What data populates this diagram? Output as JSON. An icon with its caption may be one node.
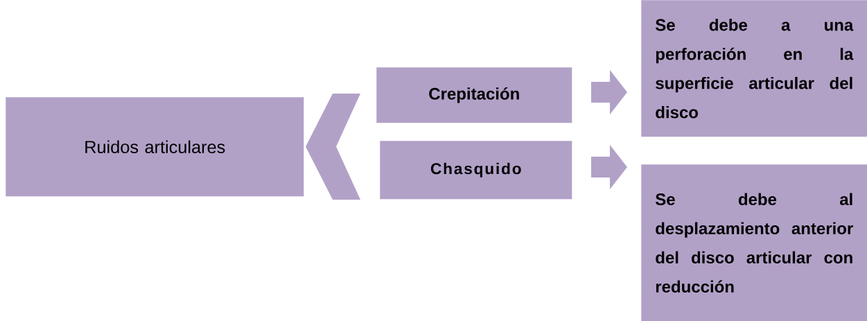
{
  "diagram": {
    "nodes": [
      {
        "text": [
          "Ruidos articulares"
        ]
      },
      {
        "text": [
          "Crepitación"
        ]
      },
      {
        "text": [
          "Chasquido"
        ]
      },
      {
        "text": [
          "Se debe a una perforación en la superficie articular del disco"
        ]
      },
      {
        "text": [
          "Se debe al desplazamiento anterior del disco articular con reducción"
        ]
      }
    ],
    "edges": [
      {
        "from": 0,
        "to": 1,
        "arrow": "none"
      },
      {
        "from": 0,
        "to": 2,
        "arrow": "none"
      },
      {
        "from": 1,
        "to": 3,
        "arrow": "to"
      },
      {
        "from": 2,
        "to": 4,
        "arrow": "to"
      }
    ]
  }
}
